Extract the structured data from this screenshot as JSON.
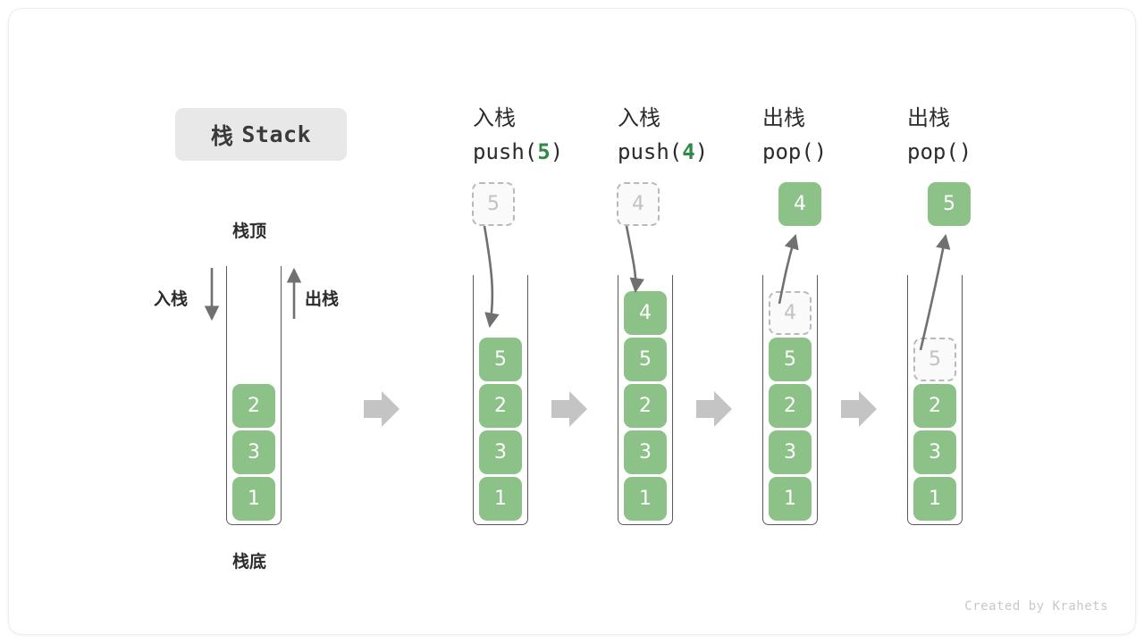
{
  "title": {
    "cn": "栈",
    "en": "Stack"
  },
  "labels": {
    "top": "栈顶",
    "bottom": "栈底",
    "push": "入栈",
    "pop": "出栈"
  },
  "footer": "Created by Krahets",
  "colors": {
    "element_green": "#8cc187",
    "code_green": "#2f8a46",
    "ghost_border": "#b9b9b9",
    "ghost_text": "#c2c2c2",
    "ghost_fill": "#fafafa",
    "arrow_gray": "#9a9a9a",
    "stroke_gray": "#5a5a5a",
    "pill_gray": "#e8e8e8",
    "text_dark": "#2b2b2b"
  },
  "panels": [
    {
      "id": "initial",
      "head_cn": "",
      "head_code_prefix": "",
      "head_code_arg": "",
      "head_code_suffix": "",
      "stack": [
        "1",
        "3",
        "2"
      ],
      "ghost_in_stack": null,
      "float_value": null,
      "float_mode": null
    },
    {
      "id": "push-5",
      "head_cn": "入栈",
      "head_code_prefix": "push(",
      "head_code_arg": "5",
      "head_code_suffix": ")",
      "stack": [
        "1",
        "3",
        "2",
        "5"
      ],
      "ghost_in_stack": null,
      "float_value": "5",
      "float_mode": "ghost"
    },
    {
      "id": "push-4",
      "head_cn": "入栈",
      "head_code_prefix": "push(",
      "head_code_arg": "4",
      "head_code_suffix": ")",
      "stack": [
        "1",
        "3",
        "2",
        "5",
        "4"
      ],
      "ghost_in_stack": null,
      "float_value": "4",
      "float_mode": "ghost"
    },
    {
      "id": "pop-4",
      "head_cn": "出栈",
      "head_code_prefix": "pop(",
      "head_code_arg": "",
      "head_code_suffix": ")",
      "stack": [
        "1",
        "3",
        "2",
        "5"
      ],
      "ghost_in_stack": "4",
      "float_value": "4",
      "float_mode": "solid"
    },
    {
      "id": "pop-5",
      "head_cn": "出栈",
      "head_code_prefix": "pop(",
      "head_code_arg": "",
      "head_code_suffix": ")",
      "stack": [
        "1",
        "3",
        "2"
      ],
      "ghost_in_stack": "5",
      "float_value": "5",
      "float_mode": "solid"
    }
  ]
}
